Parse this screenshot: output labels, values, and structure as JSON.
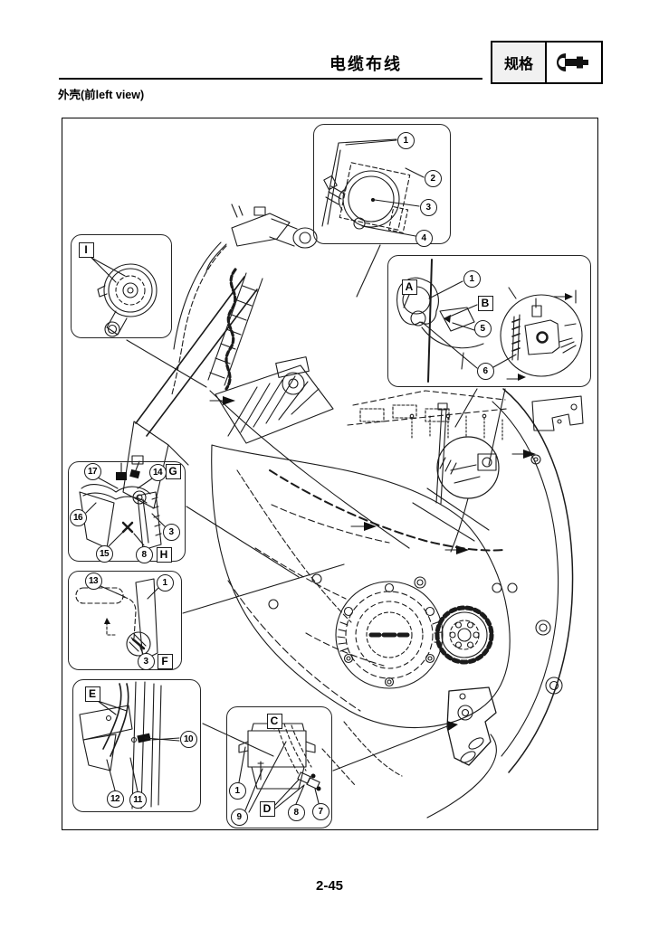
{
  "header": {
    "title": "电缆布线",
    "tab": {
      "label": "规格",
      "icon": "micrometer-icon"
    }
  },
  "subtitle": "外壳(前left view)",
  "insets": {
    "clamp": {
      "n1": "1",
      "n2": "2",
      "n3": "3",
      "n4": "4"
    },
    "ab": {
      "A": "A",
      "n1": "1",
      "B": "B",
      "n5": "5",
      "n6": "6"
    },
    "horn": {
      "I": "I"
    },
    "gh": {
      "n17": "17",
      "n14": "14",
      "G": "G",
      "n16": "16",
      "n3": "3",
      "n15": "15",
      "n8": "8",
      "H": "H"
    },
    "f": {
      "n13": "13",
      "n1": "1",
      "n3": "3",
      "F": "F"
    },
    "e": {
      "E": "E",
      "n10": "10",
      "n12": "12",
      "n11": "11"
    },
    "cd": {
      "C": "C",
      "n1": "1",
      "n9": "9",
      "D": "D",
      "n8": "8",
      "n7": "7"
    }
  },
  "footer": {
    "page_number": "2-45"
  }
}
